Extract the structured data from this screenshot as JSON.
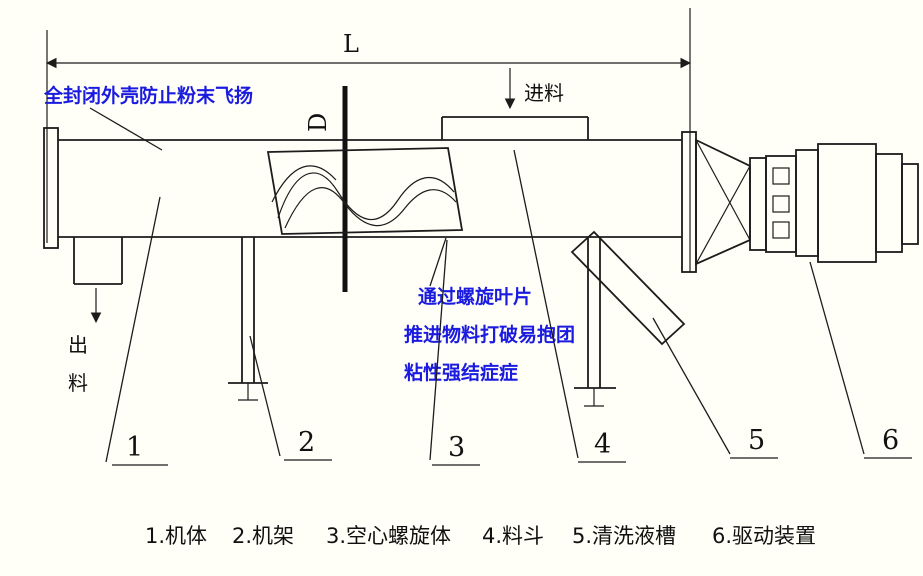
{
  "colors": {
    "background": "#fffef7",
    "line": "#1c1c1c",
    "annotation_blue": "#1b1be0"
  },
  "labels": {
    "length_dim": "L",
    "diameter_dim": "D",
    "feed": "进料",
    "discharge": [
      "出",
      "料"
    ]
  },
  "notes": {
    "top": "全封闭外壳防止粉末飞扬",
    "mid": [
      "通过螺旋叶片",
      "推进物料打破易抱团",
      "粘性强结症症"
    ]
  },
  "parts": {
    "numbers": [
      "1",
      "2",
      "3",
      "4",
      "5",
      "6"
    ]
  },
  "caption": {
    "items": [
      "1.机体",
      "2.机架",
      "3.空心螺旋体",
      "4.料斗",
      "5.清洗液槽",
      "6.驱动装置"
    ]
  }
}
